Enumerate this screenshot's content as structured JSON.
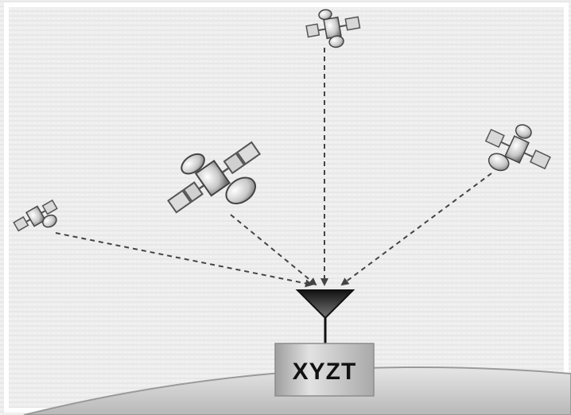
{
  "diagram": {
    "receiver_label": "XYZT",
    "satellites": [
      {
        "id": "satellite-far-left"
      },
      {
        "id": "satellite-left-large"
      },
      {
        "id": "satellite-top"
      },
      {
        "id": "satellite-right"
      }
    ],
    "signal_style": "dashed-arrows",
    "colors": {
      "background": "#efefef",
      "earth": "#cfcfcf",
      "signal_line": "#444444",
      "antenna": "#333333",
      "label_box": "#bdbdbd"
    }
  }
}
